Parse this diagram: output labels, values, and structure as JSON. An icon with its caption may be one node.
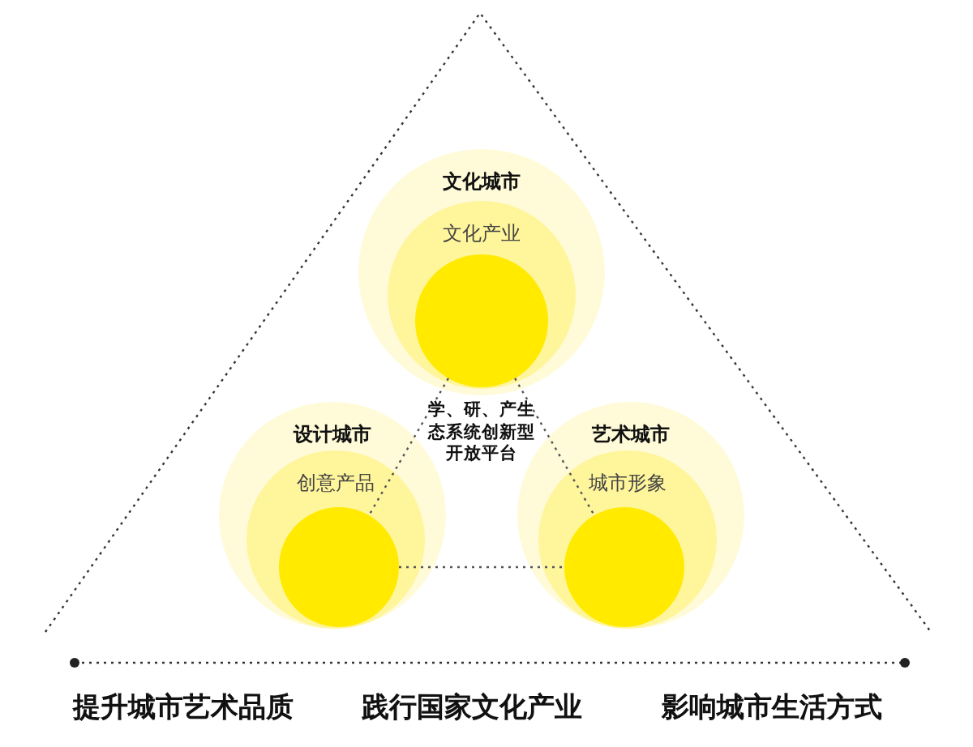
{
  "diagram": {
    "nodes": [
      {
        "text": [
          "文化城市"
        ]
      },
      {
        "text": [
          "文化产业"
        ],
        "in": 0
      },
      {
        "text": [],
        "shape": "circle",
        "in": 1
      },
      {
        "text": [
          "设计城市"
        ]
      },
      {
        "text": [
          "创意产品"
        ],
        "in": 3
      },
      {
        "text": [],
        "shape": "circle",
        "in": 4
      },
      {
        "text": [
          "艺术城市"
        ]
      },
      {
        "text": [
          "城市形象"
        ],
        "in": 6
      },
      {
        "text": [],
        "shape": "circle",
        "in": 7
      }
    ],
    "edges": [
      {
        "from": 2,
        "to": 5,
        "arrow": "none",
        "style": "dashed"
      },
      {
        "from": 2,
        "to": 8,
        "arrow": "none",
        "style": "dashed"
      },
      {
        "from": 5,
        "to": 8,
        "arrow": "none",
        "style": "dashed"
      }
    ],
    "labels": [
      "学、研、产生态系统创新型开放平台",
      "提升城市艺术品质",
      "践行国家文化产业",
      "影响城市生活方式"
    ]
  }
}
